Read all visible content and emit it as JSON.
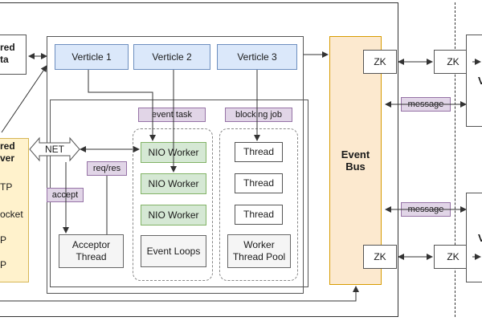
{
  "colors": {
    "frame_line": "#333333",
    "arrow": "#333333",
    "verticle_fill": "#dbe8fa",
    "worker_fill": "#d5e8d4",
    "label_fill": "#e1d5e7",
    "event_bus_fill": "#fce9cf",
    "shared_server_fill": "#fff2cc"
  },
  "shared_data": {
    "lines": [
      "red",
      "ta"
    ]
  },
  "shared_server": {
    "lines": [
      "red",
      "ver"
    ],
    "protocols": [
      "TP",
      "ocket",
      "P",
      "P"
    ]
  },
  "verticles": [
    "Verticle 1",
    "Verticle 2",
    "Verticle 3"
  ],
  "labels": {
    "event_task": "event task",
    "blocking_job": "blocking job",
    "net": "NET",
    "req_res": "req/res",
    "accept": "accept",
    "message_top": "message",
    "message_bottom": "message"
  },
  "acceptor": "Acceptor\nThread",
  "nio_workers": [
    "NIO Worker",
    "NIO Worker",
    "NIO Worker"
  ],
  "event_loops": "Event Loops",
  "threads": [
    "Thread",
    "Thread",
    "Thread"
  ],
  "worker_pool": "Worker\nThread Pool",
  "event_bus": "Event\nBus",
  "zk_nodes": [
    "ZK",
    "ZK",
    "ZK",
    "ZK"
  ],
  "remote_instances": [
    "V",
    "V"
  ]
}
